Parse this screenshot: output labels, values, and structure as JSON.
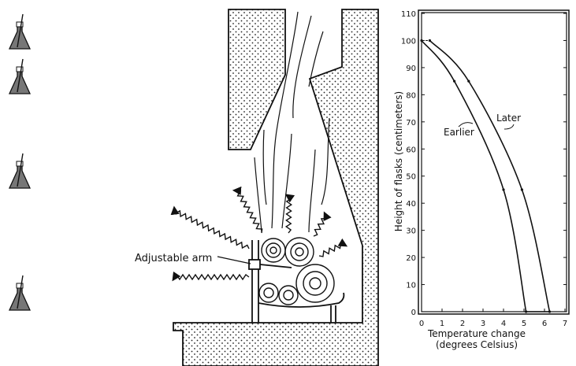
{
  "diagram": {
    "label_arm": "Adjustable arm",
    "flask_count": 4
  },
  "chart_data": {
    "type": "line",
    "title": "",
    "xlabel": "Temperature change",
    "xlabel2": "(degrees Celsius)",
    "ylabel": "Height of flasks (centimeters)",
    "xlim": [
      0,
      7
    ],
    "ylim": [
      0,
      110
    ],
    "xticks": [
      "0",
      "1",
      "2",
      "3",
      "4",
      "5",
      "6",
      "7"
    ],
    "yticks": [
      "0",
      "10",
      "20",
      "30",
      "40",
      "50",
      "60",
      "70",
      "80",
      "90",
      "100",
      "110"
    ],
    "grid": false,
    "series": [
      {
        "name": "Earlier",
        "points": [
          [
            0,
            100
          ],
          [
            1.6,
            85
          ],
          [
            4,
            45
          ],
          [
            5.1,
            0
          ]
        ]
      },
      {
        "name": "Later",
        "points": [
          [
            0.4,
            100
          ],
          [
            2.3,
            85
          ],
          [
            4.9,
            45
          ],
          [
            6.25,
            0
          ]
        ]
      }
    ]
  }
}
